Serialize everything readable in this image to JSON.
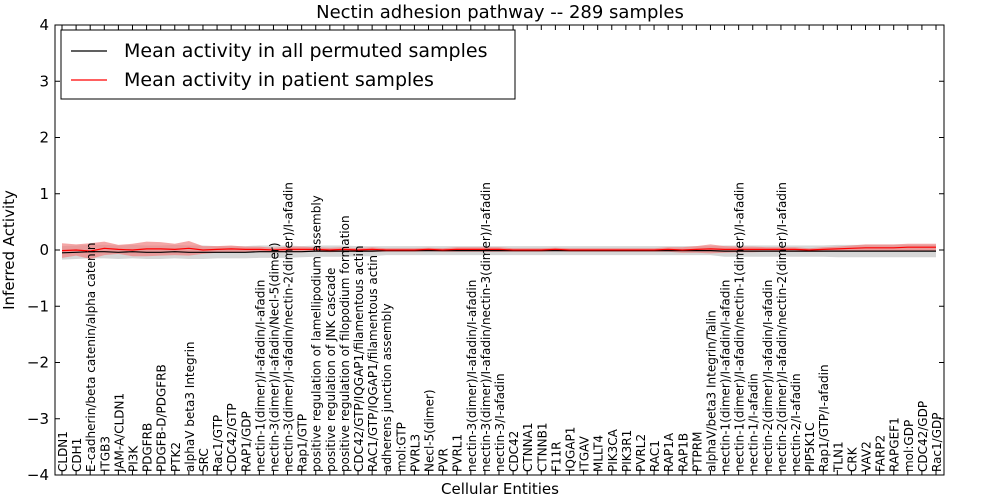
{
  "chart_data": {
    "type": "line",
    "title": "Nectin adhesion pathway -- 289 samples",
    "xlabel": "Cellular Entities",
    "ylabel": "Inferred Activity",
    "ylim": [
      -4,
      4
    ],
    "yticks": [
      "4",
      "3",
      "2",
      "1",
      "0",
      "−1",
      "−2",
      "−3",
      "−4"
    ],
    "ytick_values": [
      4,
      3,
      2,
      1,
      0,
      -1,
      -2,
      -3,
      -4
    ],
    "grid": false,
    "legend_position": "top-left",
    "categories": [
      "CLDN1",
      "CDH1",
      "E-cadherin/beta catenin/alpha catenin",
      "ITGB3",
      "JAM-A/CLDN1",
      "PI3K",
      "PDGFRB",
      "PDGFB-D/PDGFRB",
      "PTK2",
      "alphaV beta3 Integrin",
      "SRC",
      "Rac1/GTP",
      "CDC42/GTP",
      "RAP1/GDP",
      "nectin-1(dimer)/I-afadin/I-afadin",
      "nectin-3(dimer)/I-afadin/Necl-5(dimer)",
      "nectin-3(dimer)/I-afadin/nectin-2(dimer)/I-afadin",
      "Rap1/GTP",
      "positive regulation of lamellipodium assembly",
      "positive regulation of JNK cascade",
      "positive regulation of filopodium formation",
      "CDC42/GTP/IQGAP1/filamentous actin",
      "RAC1/GTP/IQGAP1/filamentous actin",
      "adherens junction assembly",
      "mol:GTP",
      "PVRL3",
      "Necl-5(dimer)",
      "PVR",
      "PVRL1",
      "nectin-3(dimer)/I-afadin/I-afadin",
      "nectin-3(dimer)/I-afadin/nectin-3(dimer)/I-afadin",
      "nectin-3/I-afadin",
      "CDC42",
      "CTNNA1",
      "CTNNB1",
      "F11R",
      "IQGAP1",
      "ITGAV",
      "MLLT4",
      "PIK3CA",
      "PIK3R1",
      "PVRL2",
      "RAC1",
      "RAP1A",
      "RAP1B",
      "PTPRM",
      "alphaV/beta3 Integrin/Talin",
      "nectin-1(dimer)/I-afadin/I-afadin",
      "nectin-1(dimer)/I-afadin/nectin-1(dimer)/I-afadin",
      "nectin-1/I-afadin",
      "nectin-2(dimer)/I-afadin/I-afadin",
      "nectin-2(dimer)/I-afadin/nectin-2(dimer)/I-afadin",
      "nectin-2/I-afadin",
      "PIP5K1C",
      "Rap1/GTP/I-afadin",
      "TLN1",
      "CRK",
      "VAV2",
      "FARP2",
      "RAPGEF1",
      "mol:GDP",
      "CDC42/GDP",
      "Rac1/GDP"
    ],
    "series": [
      {
        "name": "Mean activity in all permuted samples",
        "color": "#000000",
        "band_color": "#c8c8c8",
        "values": [
          -0.05,
          -0.04,
          -0.03,
          -0.03,
          -0.04,
          -0.03,
          -0.04,
          -0.04,
          -0.03,
          -0.04,
          -0.04,
          -0.04,
          -0.04,
          -0.04,
          -0.03,
          -0.03,
          -0.03,
          -0.03,
          -0.02,
          -0.02,
          -0.02,
          -0.02,
          -0.02,
          -0.01,
          -0.01,
          -0.01,
          -0.01,
          -0.01,
          -0.01,
          -0.01,
          -0.01,
          -0.01,
          -0.01,
          -0.01,
          -0.01,
          -0.01,
          -0.01,
          -0.01,
          -0.01,
          -0.01,
          -0.01,
          -0.01,
          -0.01,
          -0.01,
          -0.01,
          -0.01,
          -0.01,
          -0.02,
          -0.02,
          -0.02,
          -0.02,
          -0.02,
          -0.02,
          -0.02,
          -0.02,
          -0.02,
          -0.02,
          -0.02,
          -0.02,
          -0.02,
          -0.02,
          -0.02,
          -0.02
        ],
        "spread": [
          0.12,
          0.12,
          0.12,
          0.12,
          0.12,
          0.12,
          0.12,
          0.12,
          0.12,
          0.12,
          0.12,
          0.11,
          0.11,
          0.11,
          0.11,
          0.11,
          0.11,
          0.1,
          0.1,
          0.1,
          0.1,
          0.09,
          0.09,
          0.08,
          0.08,
          0.08,
          0.08,
          0.08,
          0.08,
          0.08,
          0.08,
          0.08,
          0.08,
          0.08,
          0.08,
          0.08,
          0.08,
          0.08,
          0.08,
          0.08,
          0.08,
          0.08,
          0.08,
          0.08,
          0.08,
          0.08,
          0.08,
          0.1,
          0.1,
          0.1,
          0.1,
          0.1,
          0.1,
          0.1,
          0.1,
          0.11,
          0.11,
          0.11,
          0.11,
          0.11,
          0.11,
          0.11,
          0.11
        ]
      },
      {
        "name": "Mean activity in patient samples",
        "color": "#ff0000",
        "band_color": "#f08080",
        "values": [
          -0.01,
          0.0,
          -0.02,
          0.03,
          0.01,
          0.0,
          0.02,
          0.02,
          0.01,
          0.03,
          0.0,
          0.01,
          0.02,
          0.01,
          0.01,
          0.0,
          0.01,
          0.01,
          0.01,
          0.0,
          0.01,
          0.0,
          0.01,
          0.0,
          0.0,
          0.0,
          0.01,
          0.0,
          0.01,
          0.01,
          0.01,
          0.01,
          0.0,
          0.0,
          0.0,
          0.01,
          0.0,
          0.0,
          0.0,
          0.0,
          0.0,
          0.0,
          0.0,
          0.01,
          0.0,
          0.01,
          0.02,
          0.01,
          0.01,
          0.01,
          0.01,
          0.01,
          0.01,
          0.0,
          0.01,
          0.02,
          0.03,
          0.04,
          0.04,
          0.04,
          0.05,
          0.05,
          0.05
        ],
        "spread": [
          0.13,
          0.1,
          0.14,
          0.12,
          0.08,
          0.11,
          0.13,
          0.12,
          0.1,
          0.13,
          0.07,
          0.06,
          0.06,
          0.05,
          0.05,
          0.04,
          0.05,
          0.05,
          0.04,
          0.04,
          0.04,
          0.03,
          0.04,
          0.03,
          0.03,
          0.03,
          0.03,
          0.03,
          0.04,
          0.04,
          0.04,
          0.04,
          0.03,
          0.03,
          0.03,
          0.03,
          0.03,
          0.03,
          0.03,
          0.03,
          0.03,
          0.03,
          0.03,
          0.04,
          0.05,
          0.06,
          0.08,
          0.06,
          0.05,
          0.05,
          0.04,
          0.04,
          0.04,
          0.03,
          0.04,
          0.04,
          0.05,
          0.06,
          0.06,
          0.06,
          0.06,
          0.06,
          0.06
        ]
      }
    ]
  }
}
